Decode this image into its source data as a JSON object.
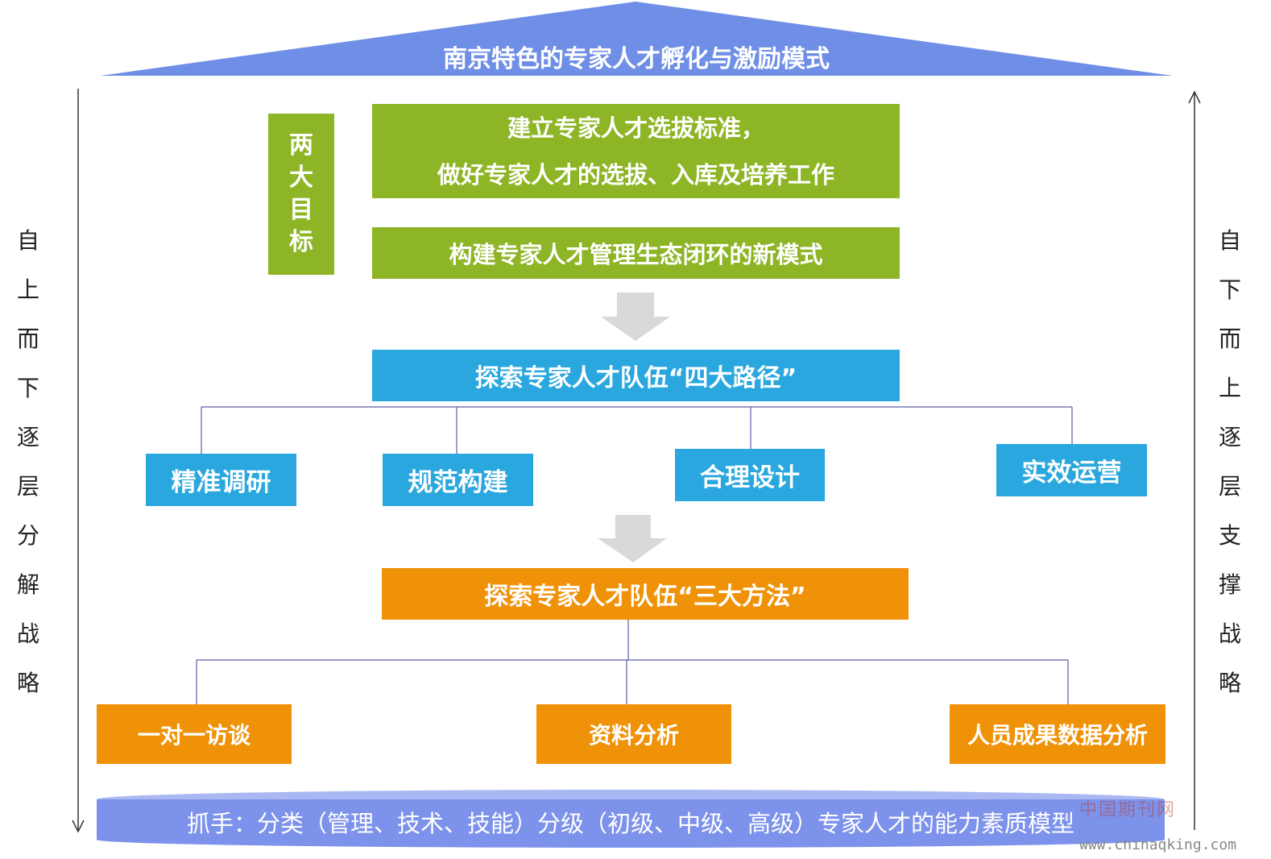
{
  "roof_title": "南京特色的专家人才孵化与激励模式",
  "left_side": [
    "自",
    "上",
    "而",
    "下",
    "逐",
    "层",
    "分",
    "解",
    "战",
    "略"
  ],
  "right_side": [
    "自",
    "下",
    "而",
    "上",
    "逐",
    "层",
    "支",
    "撑",
    "战",
    "略"
  ],
  "goals": {
    "label": [
      "两",
      "大",
      "目",
      "标"
    ],
    "goal_1_line1": "建立专家人才选拔标准，",
    "goal_1_line2": "做好专家人才的选拔、入库及培养工作",
    "goal_2": "构建专家人才管理生态闭环的新模式"
  },
  "paths": {
    "title": "探索专家人才队伍“四大路径”",
    "items": [
      "精准调研",
      "规范构建",
      "合理设计",
      "实效运营"
    ]
  },
  "methods": {
    "title": "探索专家人才队伍“三大方法”",
    "items": [
      "一对一访谈",
      "资料分析",
      "人员成果数据分析"
    ]
  },
  "base": "抓手：分类（管理、技术、技能）分级（初级、中级、高级）专家人才的能力素质模型",
  "watermark": {
    "cn": "中国期刊网",
    "url": "www.chinaqking.com"
  },
  "colors": {
    "roof": "#6f8ee6",
    "green": "#8db526",
    "blue": "#29a7de",
    "orange": "#f09208",
    "base": "#7d92ea",
    "connector": "#5b5ea6",
    "arrow": "#d9d9d9"
  }
}
